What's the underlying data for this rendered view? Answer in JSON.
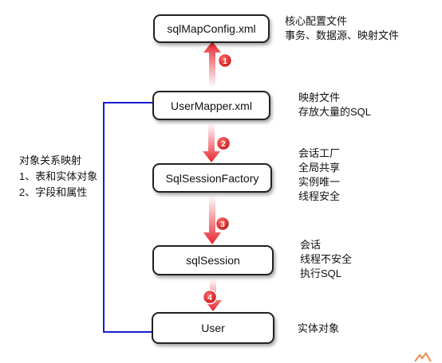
{
  "nodes": [
    {
      "id": "sqlmapconfig",
      "label": "sqlMapConfig.xml"
    },
    {
      "id": "usermapper",
      "label": "UserMapper.xml"
    },
    {
      "id": "factory",
      "label": "SqlSessionFactory"
    },
    {
      "id": "session",
      "label": "sqlSession"
    },
    {
      "id": "user",
      "label": "User"
    }
  ],
  "notes": {
    "sqlmapconfig": [
      "核心配置文件",
      "事务、数据源、映射文件"
    ],
    "usermapper": [
      "映射文件",
      "存放大量的SQL"
    ],
    "factory": [
      "会话工厂",
      "全局共享",
      "实例唯一",
      "线程安全"
    ],
    "session": [
      "会话",
      "线程不安全",
      "执行SQL"
    ],
    "user": [
      "实体对象"
    ]
  },
  "left_note": [
    "对象关系映射",
    "1、表和实体对象",
    "2、字段和属性"
  ],
  "steps": [
    "1",
    "2",
    "3",
    "4"
  ],
  "colors": {
    "arrow": "#e8202a",
    "connector": "#1a1ad0",
    "badge": "#d81e1e",
    "corner_mark": "#f08a4b"
  }
}
